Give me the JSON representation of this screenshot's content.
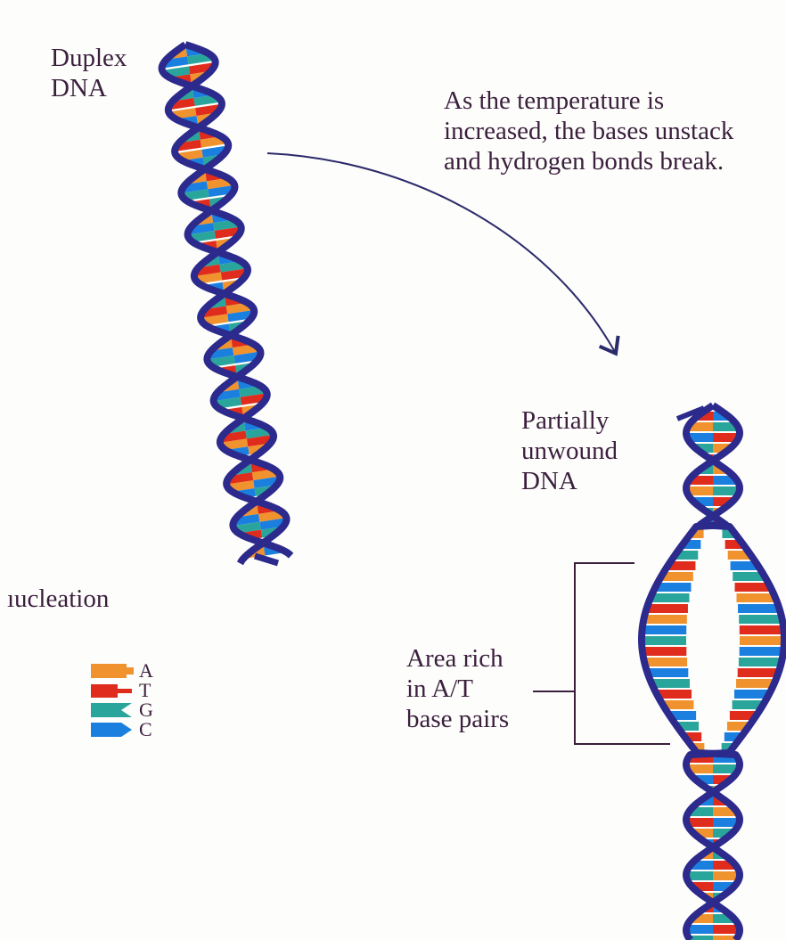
{
  "labels": {
    "duplex": [
      "Duplex",
      "DNA"
    ],
    "caption": [
      "As the temperature is",
      "increased, the bases unstack",
      "and hydrogen bonds break."
    ],
    "partially": [
      "Partially",
      "unwound",
      "DNA"
    ],
    "nucleation": "ıucleation",
    "area": [
      "Area rich",
      "in A/T",
      "base pairs"
    ]
  },
  "legend": [
    {
      "base": "A",
      "color": "#f0922e",
      "shape": "A-shape-icon"
    },
    {
      "base": "T",
      "color": "#e02c1c",
      "shape": "T-shape-icon"
    },
    {
      "base": "G",
      "color": "#2aa59c",
      "shape": "G-shape-icon"
    },
    {
      "base": "C",
      "color": "#1b7fe0",
      "shape": "C-shape-icon"
    }
  ],
  "colors": {
    "backbone": "#2c2a8c",
    "backbone_light": "#5b5cc8",
    "arrow": "#2b2a6a",
    "text": "#3b1f3d"
  }
}
